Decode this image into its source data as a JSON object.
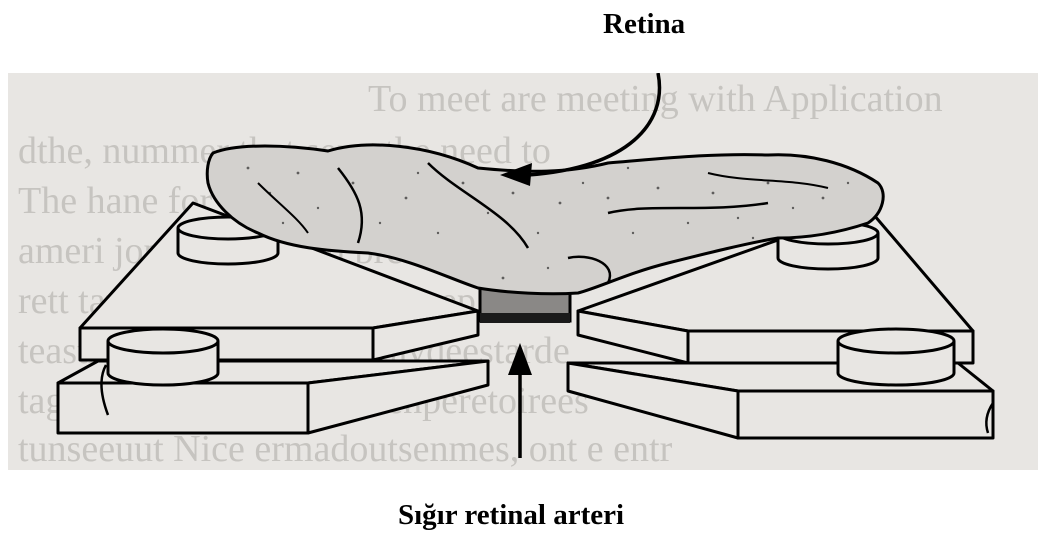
{
  "labels": {
    "top": "Retina",
    "bottom": "Sığır retinal arteri"
  },
  "background_text_lines": [
    "To meet are meeting with Application",
    "dthe, nummer that seng the need to",
    "The hane for to ce to mumble e emain",
    "ameri jopaniee attend bre mmmaisjaterat",
    "rett taptpreroleirrt ir eam veep dite",
    "teastret emtetsaireet it feavdeestarde",
    "tagresst ertenpeerstesresenperetoirees",
    "tunseeuut Nice ermadoutsenmes, ont e entr"
  ],
  "colors": {
    "page_background": "#ffffff",
    "scan_background": "#e8e6e3",
    "ink": "#000000",
    "faded_text": "#b9b6b2"
  }
}
